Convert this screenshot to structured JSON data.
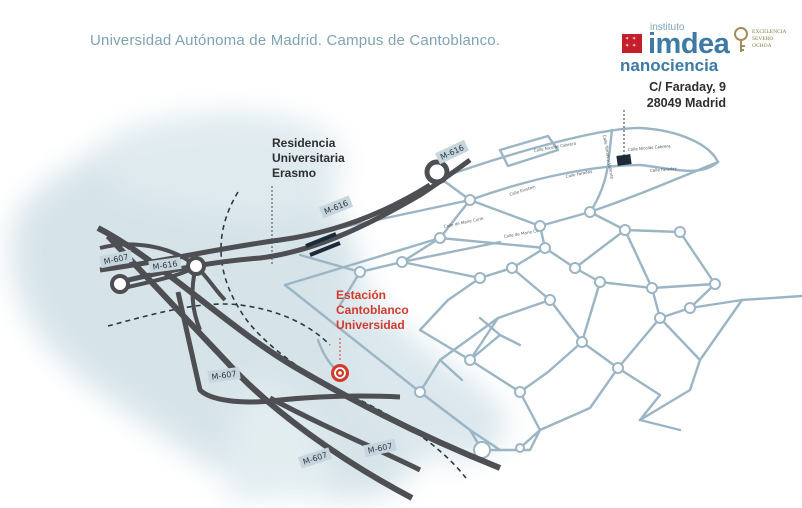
{
  "header": {
    "title": "Universidad Autónoma de Madrid. Campus de Cantoblanco."
  },
  "logo": {
    "instituto": "instituto",
    "imdea": "imdea",
    "nanociencia": "nanociencia",
    "seal_lines": [
      "EXCELENCIA",
      "SEVERO",
      "OCHOA"
    ]
  },
  "address": {
    "street": "C/ Faraday, 9",
    "city": "28049 Madrid"
  },
  "labels": {
    "residencia": [
      "Residencia",
      "Universitaria",
      "Erasmo"
    ],
    "station": [
      "Estación",
      "Cantoblanco",
      "Universidad"
    ]
  },
  "roads": {
    "m616_top": "M-616",
    "m616_mid": "M-616",
    "m616_left": "M-616",
    "m607_left": "M-607",
    "m607_mid": "M-607",
    "m607_right": "M-607",
    "m607_bottom": "M-607"
  },
  "streets": {
    "nicolas_cabrera": "Calle Nicolás Cabrera",
    "nicolas_cabrera_2": "Calle Nicolás Cabrera",
    "faraday": "Calle Faraday",
    "faraday_2": "Calle Faraday",
    "marie_curie": "Calle de Marie Curie",
    "marie_curie_2": "Calle de Marie Curie",
    "einstein": "Calle Einstein",
    "tomas_vives": "Calle Tomás y Valiente"
  },
  "colors": {
    "campus_street": "#9bb5c5",
    "highway": "#4d4f52",
    "water_wash": "#c5d9e0",
    "station_red": "#d23a2c",
    "brand_blue": "#3d7aa6"
  }
}
